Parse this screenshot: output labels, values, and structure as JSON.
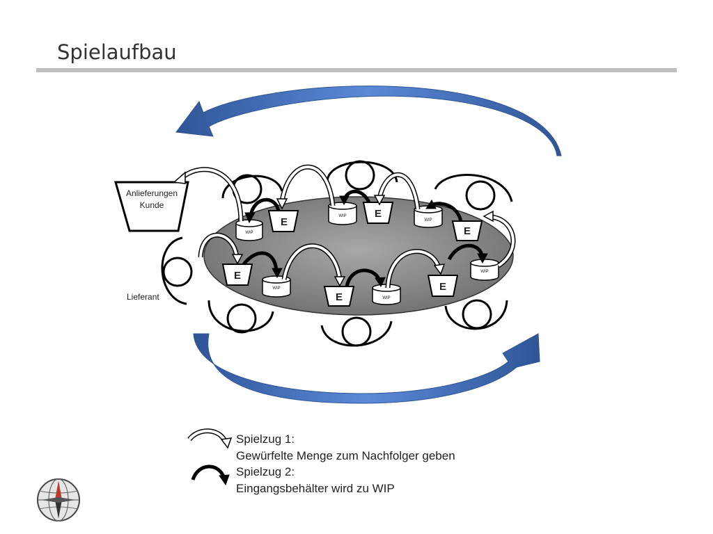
{
  "slide": {
    "title": "Spielaufbau"
  },
  "diagram": {
    "customer_box_label_line1": "Anlieferungen",
    "customer_box_label_line2": "Kunde",
    "supplier_label": "Lieferant",
    "input_bin_label": "E",
    "wip_bin_label": "WIP"
  },
  "legend": {
    "move1_title": "Spielzug 1:",
    "move1_text": "Gewürfelte Menge zum Nachfolger geben",
    "move2_title": "Spielzug 2:",
    "move2_text": "Eingangsbehälter wird zu WIP"
  },
  "colors": {
    "table_dark": "#6f6f6f",
    "table_light": "#a8a8a8",
    "flow_arrow": "#4a78c8",
    "flow_arrow_dark": "#2f5596",
    "rule": "#bfbfbf"
  },
  "icons": {
    "logo": "compass-icon"
  }
}
